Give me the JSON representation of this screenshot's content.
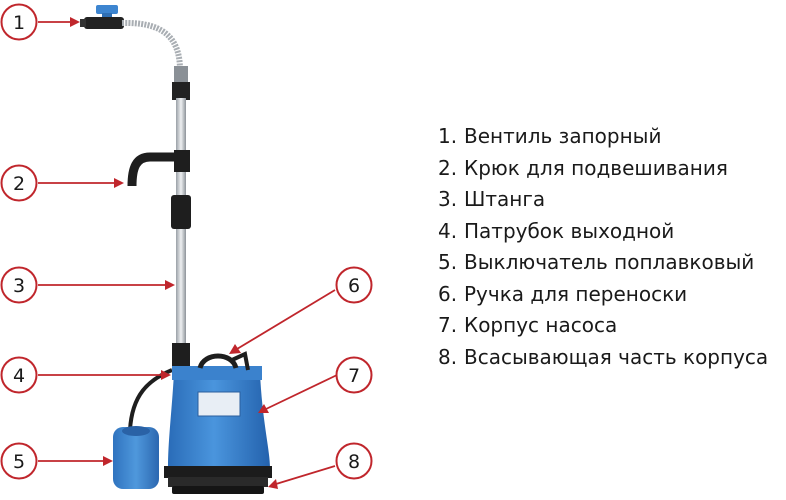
{
  "colors": {
    "accent": "#c0262c",
    "pump_body": "#3d85d0",
    "pump_base": "#1c1c1c",
    "pole": "#bfc3c7"
  },
  "markers": [
    {
      "num": "1"
    },
    {
      "num": "2"
    },
    {
      "num": "3"
    },
    {
      "num": "4"
    },
    {
      "num": "5"
    },
    {
      "num": "6"
    },
    {
      "num": "7"
    },
    {
      "num": "8"
    }
  ],
  "legend": [
    {
      "num": "1.",
      "text": "Вентиль запорный"
    },
    {
      "num": "2.",
      "text": "Крюк для подвешивания"
    },
    {
      "num": "3.",
      "text": "Штанга"
    },
    {
      "num": "4.",
      "text": "Патрубок выходной"
    },
    {
      "num": "5.",
      "text": "Выключатель поплавковый"
    },
    {
      "num": "6.",
      "text": "Ручка для переноски"
    },
    {
      "num": "7.",
      "text": "Корпус насоса"
    },
    {
      "num": "8.",
      "text": "Всасывающая часть корпуса"
    }
  ]
}
